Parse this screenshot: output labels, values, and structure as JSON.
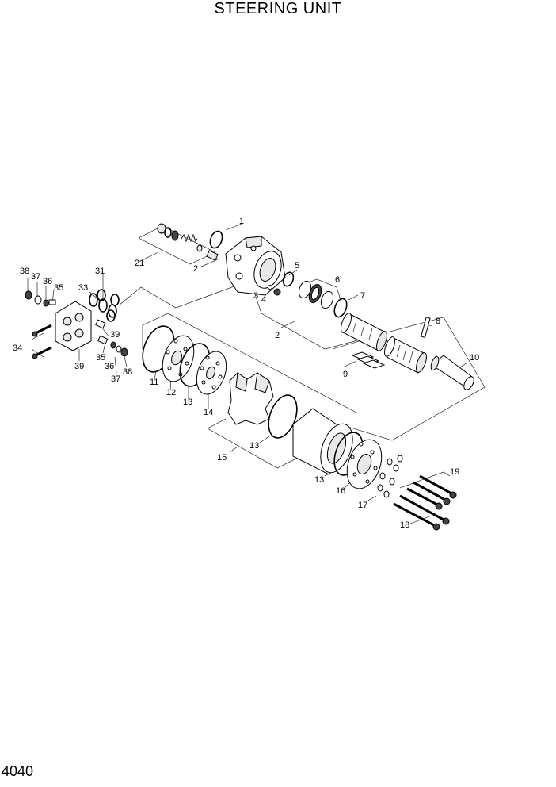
{
  "title": "STEERING UNIT",
  "page_number": "4040",
  "callouts": {
    "c1": "1",
    "c2a": "2",
    "c2b": "2",
    "c3": "3",
    "c4": "4",
    "c5": "5",
    "c6": "6",
    "c7": "7",
    "c8": "8",
    "c9": "9",
    "c10": "10",
    "c11": "11",
    "c12": "12",
    "c13a": "13",
    "c13b": "13",
    "c13c": "13",
    "c14": "14",
    "c15": "15",
    "c16": "16",
    "c17": "17",
    "c18": "18",
    "c19": "19",
    "c21": "21",
    "c31": "31",
    "c33": "33",
    "c34": "34",
    "c35a": "35",
    "c35b": "35",
    "c36a": "36",
    "c36b": "36",
    "c37a": "37",
    "c37b": "37",
    "c38a": "38",
    "c38b": "38",
    "c39a": "39",
    "c39b": "39"
  }
}
